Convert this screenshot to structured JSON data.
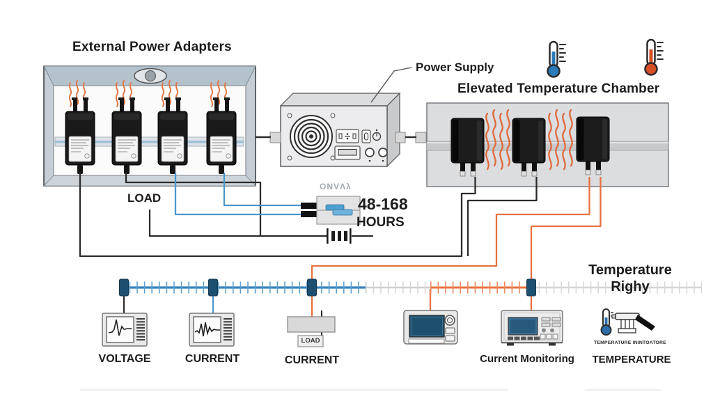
{
  "titles": {
    "left": "External Power Adapters",
    "right": "Elevated Temperature Chamber",
    "power_supply": "Power Supply"
  },
  "load": {
    "pointer_label": "LOAD",
    "box_label": "LOAD"
  },
  "burn_in": {
    "brand": "ONVΛλ",
    "duration": "48-168",
    "unit": "HOURS"
  },
  "temp_note": {
    "line1": "Temperature",
    "line2": "Righy"
  },
  "monitors": {
    "voltage": "VOLTAGE",
    "current": "CURRENT",
    "current_load": "CURRENT",
    "current_monitoring": "Current Monitoring",
    "temperature": "TEMPERATURE",
    "temperature_caption": "TEMPERATURE ININTOATORE"
  },
  "colors": {
    "heat_wave": "#e0784a",
    "wire_black": "#2b2b2b",
    "wire_blue": "#4a97cc",
    "wire_orange": "#e8713f",
    "bus_blue": "#3583bb",
    "bus_node": "#1d4f70",
    "screen_blue": "#20506e",
    "thermometer_cold": "#2a7ab8",
    "thermometer_hot": "#d84e26"
  },
  "icons": [
    "thermometer-cold-icon",
    "thermometer-hot-icon",
    "fan-icon",
    "heat-waves-icon",
    "battery-icon",
    "vent-icon",
    "waveform-icon",
    "oscilloscope-icon",
    "bench-meter-icon",
    "temperature-probe-icon",
    "load-resistor-icon"
  ]
}
